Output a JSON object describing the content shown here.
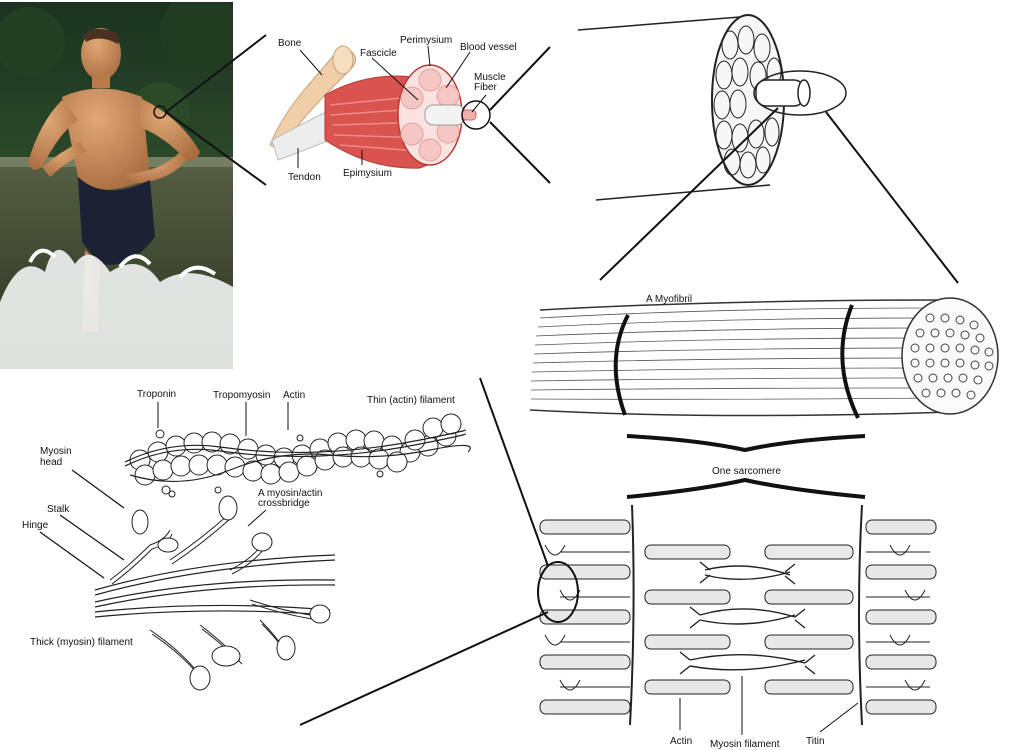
{
  "photo": {
    "icon": "runner-photo",
    "colors": {
      "forest": "#1f3a23",
      "water": "#3f4a2a",
      "skin": "#c98b5a",
      "shorts": "#1c2233",
      "splash": "#eef1f0"
    }
  },
  "muscle": {
    "bone": "Bone",
    "fascicle": "Fascicle",
    "perimysium": "Perimysium",
    "blood_vessel": "Blood vessel",
    "muscle_fiber": "Muscle\nFiber",
    "tendon": "Tendon",
    "epimysium": "Epimysium",
    "colors": {
      "muscle": "#d9534f",
      "bone": "#f0cfa8",
      "tendon": "#e8e8e8"
    }
  },
  "myofibril": {
    "title": "A Myofibril"
  },
  "sarcomere": {
    "title": "One sarcomere",
    "actin": "Actin",
    "myosin_filament": "Myosin filament",
    "titin": "Titin"
  },
  "thin_filament": {
    "troponin": "Troponin",
    "tropomyosin": "Tropomyosin",
    "actin": "Actin",
    "title": "Thin (actin) filament"
  },
  "thick_filament": {
    "myosin_head": "Myosin\nhead",
    "stalk": "Stalk",
    "hinge": "Hinge",
    "crossbridge": "A myosin/actin\ncrossbridge",
    "title": "Thick (myosin) filament"
  }
}
